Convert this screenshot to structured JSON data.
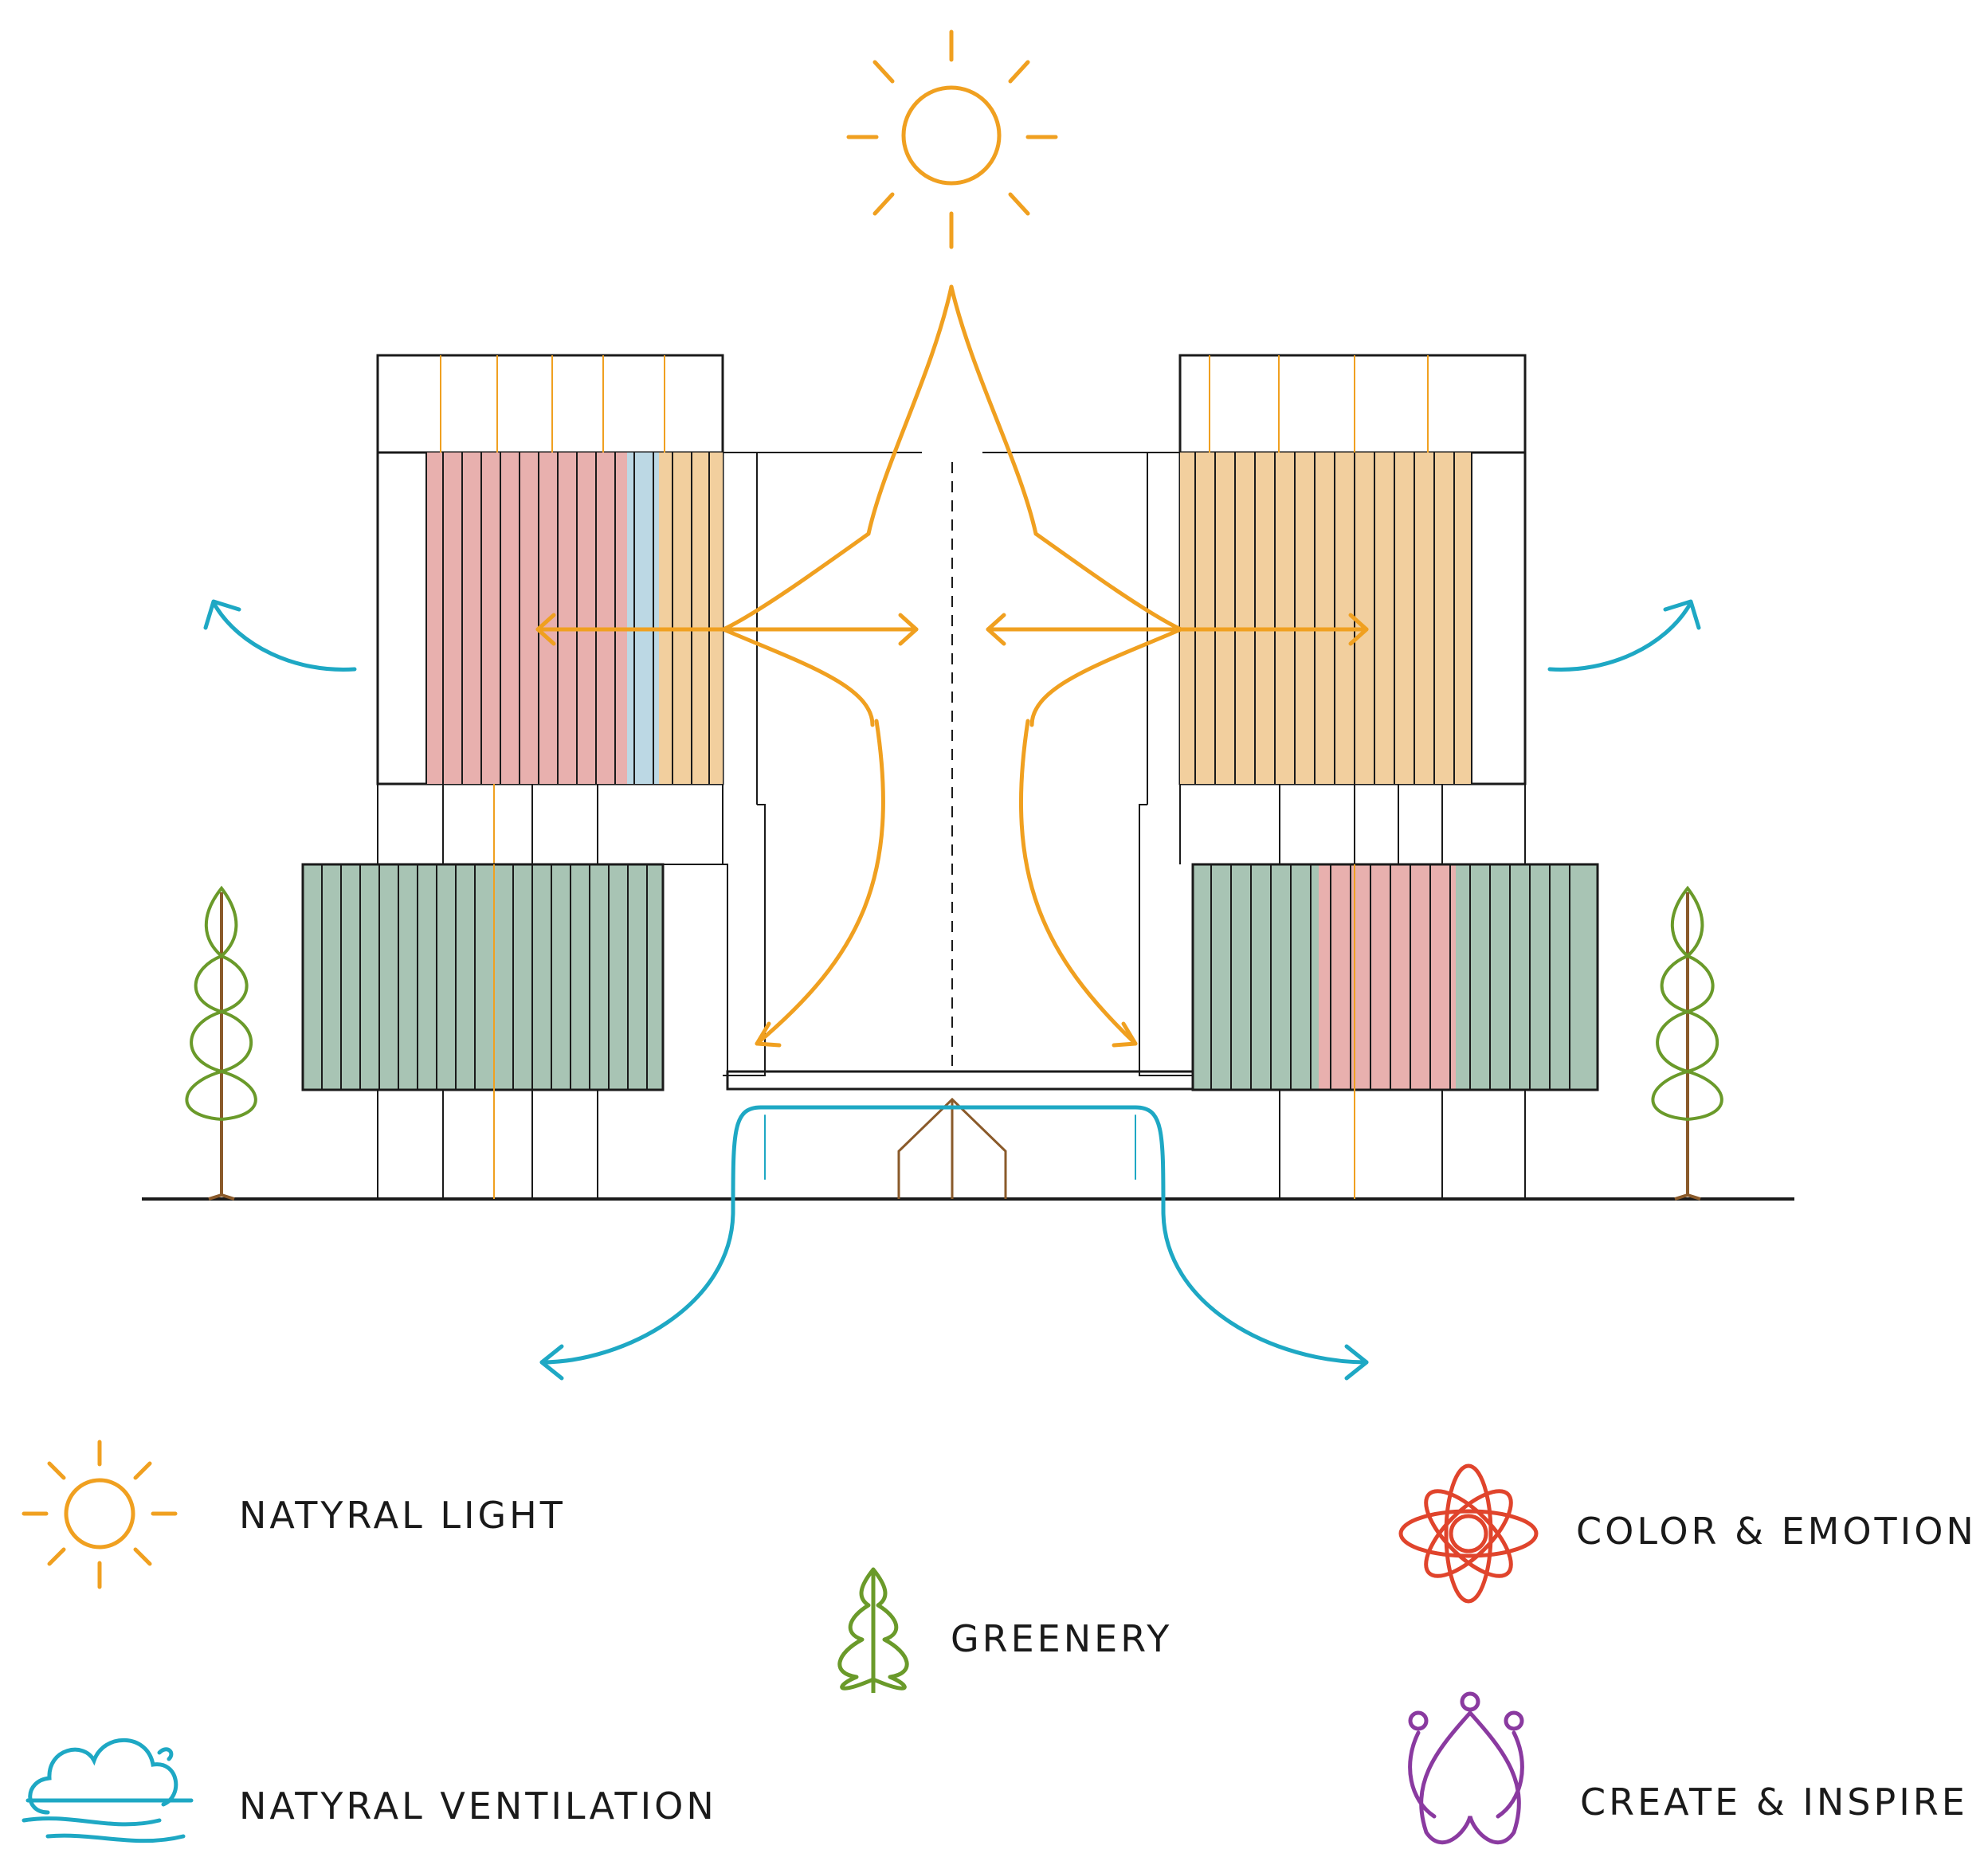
{
  "colors": {
    "sun": "#f0a020",
    "wind": "#1ea8c4",
    "tree": "#6a9a2a",
    "trunk": "#8a5a2a",
    "emotion": "#e0442c",
    "inspire": "#8a3aa0",
    "panel_pink": "#e8b0ae",
    "panel_orange": "#f2cf9e",
    "panel_green": "#a8c4b4",
    "panel_blue": "#bcd8e4",
    "line": "#1a1a1a"
  },
  "legend": [
    {
      "id": "natural-light",
      "label": "NATYRAL LIGHT",
      "icon": "sun-icon"
    },
    {
      "id": "greenery",
      "label": "GREENERY",
      "icon": "tree-icon"
    },
    {
      "id": "color-emotion",
      "label": "COLOR & EMOTION",
      "icon": "flower-knot-icon"
    },
    {
      "id": "natural-ventilation",
      "label": "NATYRAL VENTILATION",
      "icon": "cloud-wind-icon"
    },
    {
      "id": "create-inspire",
      "label": "CREATE & INSPIRE",
      "icon": "figures-icon"
    }
  ]
}
